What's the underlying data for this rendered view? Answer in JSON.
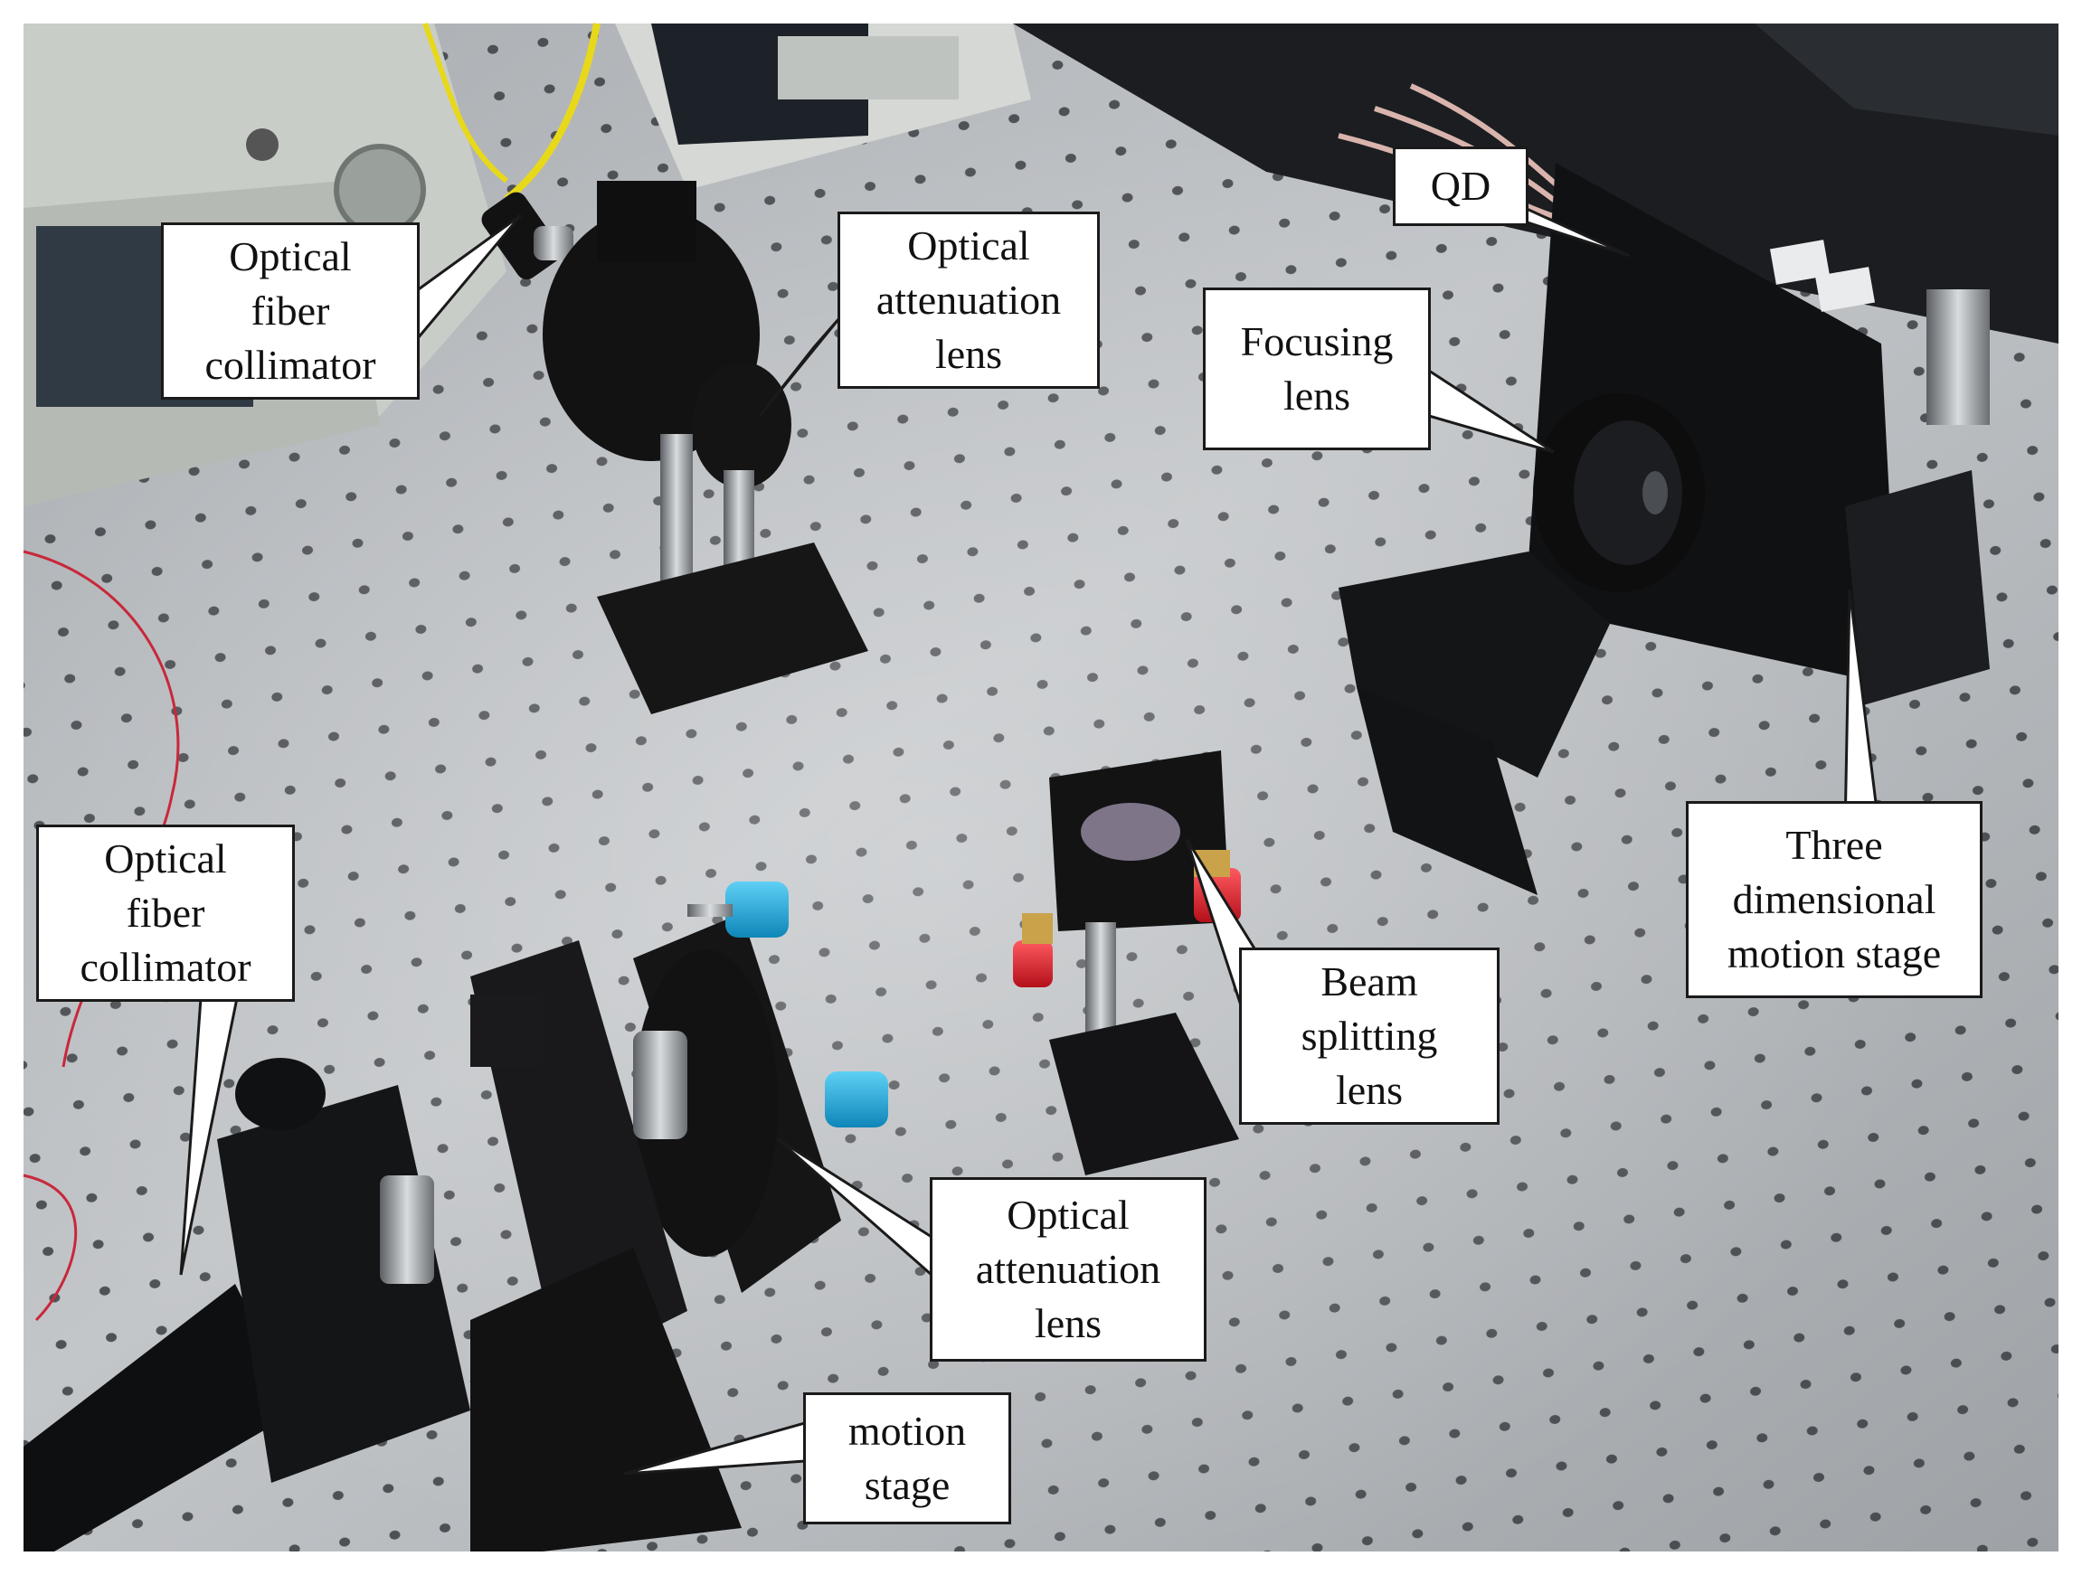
{
  "labels": {
    "fiber_collimator_top": [
      "Optical",
      "fiber",
      "collimator"
    ],
    "attenuation_lens_top": [
      "Optical",
      "attenuation",
      "lens"
    ],
    "qd": [
      "QD"
    ],
    "focusing_lens": [
      "Focusing",
      "lens"
    ],
    "three_dim_stage": [
      "Three",
      "dimensional",
      "motion stage"
    ],
    "fiber_collimator_left": [
      "Optical",
      "fiber",
      "collimator"
    ],
    "beam_splitting_lens": [
      "Beam",
      "splitting",
      "lens"
    ],
    "attenuation_lens_bottom": [
      "Optical",
      "attenuation",
      "lens"
    ],
    "motion_stage": [
      "motion",
      "stage"
    ]
  },
  "colors": {
    "table_surface": "#b4b8bc",
    "hole": "#3a3d41",
    "mount_black": "#141414",
    "knob_blue": "#1aa6d8",
    "knob_red": "#e0202a",
    "brass": "#c9a24a",
    "fiber_yellow": "#e8d81a",
    "wire_red": "#c8283a",
    "instrument_grey": "#c9cdc8"
  }
}
